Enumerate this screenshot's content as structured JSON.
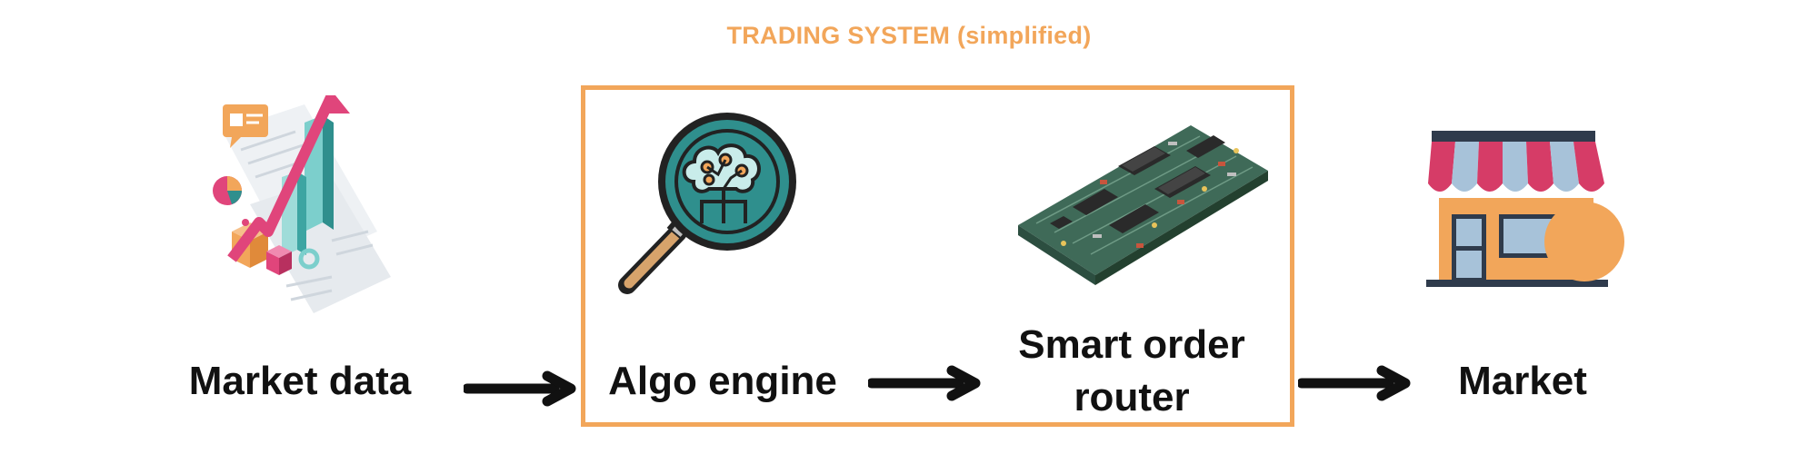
{
  "diagram": {
    "title": "TRADING SYSTEM (simplified)",
    "nodes": [
      {
        "id": "market-data",
        "label": "Market data",
        "icon": "analytics-chart-icon"
      },
      {
        "id": "algo-engine",
        "label": "Algo engine",
        "icon": "brain-magnifier-icon"
      },
      {
        "id": "smart-order-router",
        "label_line1": "Smart order",
        "label_line2": "router",
        "icon": "circuit-board-icon"
      },
      {
        "id": "market",
        "label": "Market",
        "icon": "storefront-icon"
      }
    ],
    "edges": [
      {
        "from": "market-data",
        "to": "algo-engine"
      },
      {
        "from": "algo-engine",
        "to": "smart-order-router"
      },
      {
        "from": "smart-order-router",
        "to": "market"
      }
    ],
    "colors": {
      "accent_orange": "#f2a65a",
      "text": "#111111",
      "teal": "#2f8f8d",
      "pink": "#e0457b"
    }
  }
}
